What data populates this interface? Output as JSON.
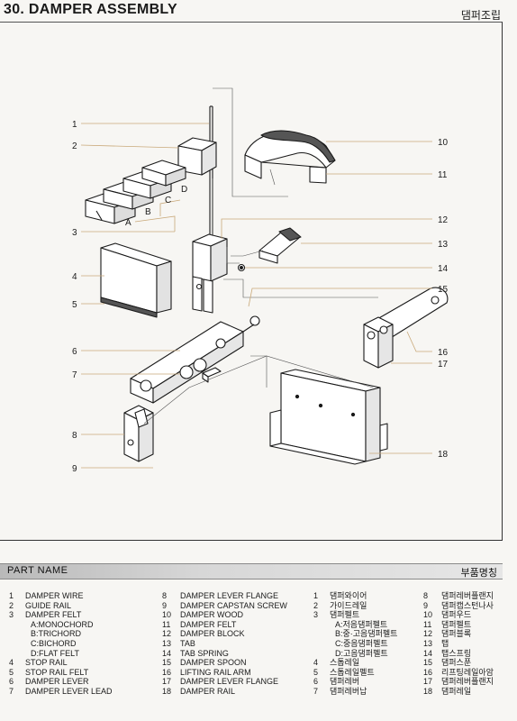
{
  "header": {
    "title": "30. DAMPER ASSEMBLY",
    "title_korean": "댐퍼조립"
  },
  "diagram": {
    "callouts": [
      "1",
      "2",
      "3",
      "4",
      "5",
      "6",
      "7",
      "8",
      "9",
      "10",
      "11",
      "12",
      "13",
      "14",
      "15",
      "16",
      "17",
      "18"
    ],
    "felt_labels": [
      "A",
      "B",
      "C",
      "D"
    ]
  },
  "parts_section": {
    "title": "PART NAME",
    "title_korean": "부품명칭"
  },
  "parts_english_col1": [
    {
      "num": "1",
      "name": "DAMPER WIRE"
    },
    {
      "num": "2",
      "name": "GUIDE RAIL"
    },
    {
      "num": "3",
      "name": "DAMPER FELT"
    },
    {
      "num": "",
      "name": "A:MONOCHORD"
    },
    {
      "num": "",
      "name": "B:TRICHORD"
    },
    {
      "num": "",
      "name": "C:BICHORD"
    },
    {
      "num": "",
      "name": "D:FLAT FELT"
    },
    {
      "num": "4",
      "name": "STOP RAIL"
    },
    {
      "num": "5",
      "name": "STOP RAIL FELT"
    },
    {
      "num": "6",
      "name": "DAMPER LEVER"
    },
    {
      "num": "7",
      "name": "DAMPER LEVER LEAD"
    }
  ],
  "parts_english_col2": [
    {
      "num": "8",
      "name": "DAMPER LEVER FLANGE"
    },
    {
      "num": "9",
      "name": "DAMPER CAPSTAN SCREW"
    },
    {
      "num": "10",
      "name": "DAMPER WOOD"
    },
    {
      "num": "11",
      "name": "DAMPER FELT"
    },
    {
      "num": "12",
      "name": "DAMPER BLOCK"
    },
    {
      "num": "13",
      "name": "TAB"
    },
    {
      "num": "14",
      "name": "TAB SPRING"
    },
    {
      "num": "15",
      "name": "DAMPER SPOON"
    },
    {
      "num": "16",
      "name": "LIFTING RAIL ARM"
    },
    {
      "num": "17",
      "name": "DAMPER LEVER FLANGE"
    },
    {
      "num": "18",
      "name": "DAMPER RAIL"
    }
  ],
  "parts_korean_col1": [
    {
      "num": "1",
      "name": "댐퍼와이어"
    },
    {
      "num": "2",
      "name": "가이드레일"
    },
    {
      "num": "3",
      "name": "댐퍼펠트"
    },
    {
      "num": "",
      "name": "A:저음댐퍼펠트"
    },
    {
      "num": "",
      "name": "B:중·고음댐퍼펠트"
    },
    {
      "num": "",
      "name": "C:중음댐퍼펠트"
    },
    {
      "num": "",
      "name": "D:고음댐퍼펠트"
    },
    {
      "num": "4",
      "name": "스톱레일"
    },
    {
      "num": "5",
      "name": "스톱레일펠트"
    },
    {
      "num": "6",
      "name": "댐퍼레버"
    },
    {
      "num": "7",
      "name": "댐퍼레버납"
    }
  ],
  "parts_korean_col2": [
    {
      "num": "8",
      "name": "댐퍼레버플랜지"
    },
    {
      "num": "9",
      "name": "댐퍼캡스턴나사"
    },
    {
      "num": "10",
      "name": "댐퍼우드"
    },
    {
      "num": "11",
      "name": "댐퍼펠트"
    },
    {
      "num": "12",
      "name": "댐퍼블록"
    },
    {
      "num": "13",
      "name": "탭"
    },
    {
      "num": "14",
      "name": "탭스프링"
    },
    {
      "num": "15",
      "name": "댐퍼스푼"
    },
    {
      "num": "16",
      "name": "리프팅레일아암"
    },
    {
      "num": "17",
      "name": "댐퍼레버플랜지"
    },
    {
      "num": "18",
      "name": "댐퍼레일"
    }
  ],
  "colors": {
    "leader_line": "#c9a97a",
    "felt_dark": "#5a5a5a",
    "outline": "#1a1a1a"
  }
}
